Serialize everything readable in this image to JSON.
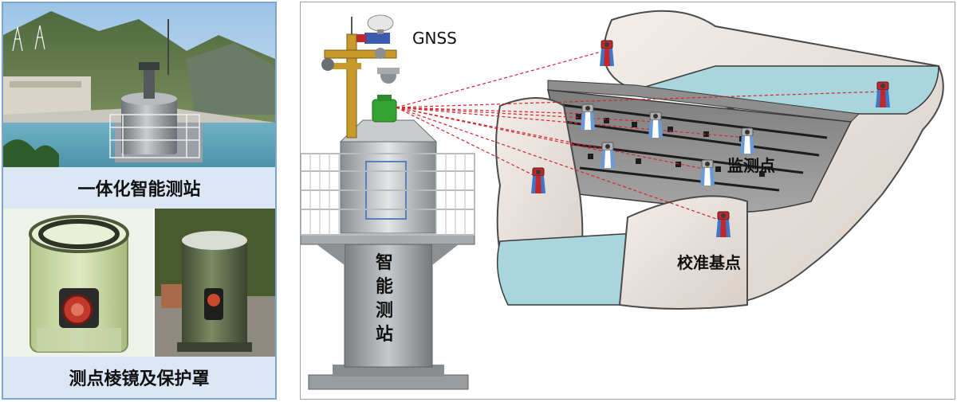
{
  "left_panel": {
    "caption_station": "一体化智能测站",
    "caption_prism": "测点棱镜及保护罩"
  },
  "right_panel": {
    "label_gnss": "GNSS",
    "label_station_vertical": [
      "智",
      "能",
      "测",
      "站"
    ],
    "label_monitoring_point": "监测点",
    "label_reference_point": "校准基点"
  },
  "colors": {
    "panel_border": "#7fa6d3",
    "caption_bg": "#dbe7f5",
    "water": "#a9d6dc",
    "dam_gray": "#8f8f8f",
    "prism_red": "#c0282d",
    "prism_blue": "#3c78c8",
    "laser_line": "#d9232a"
  }
}
